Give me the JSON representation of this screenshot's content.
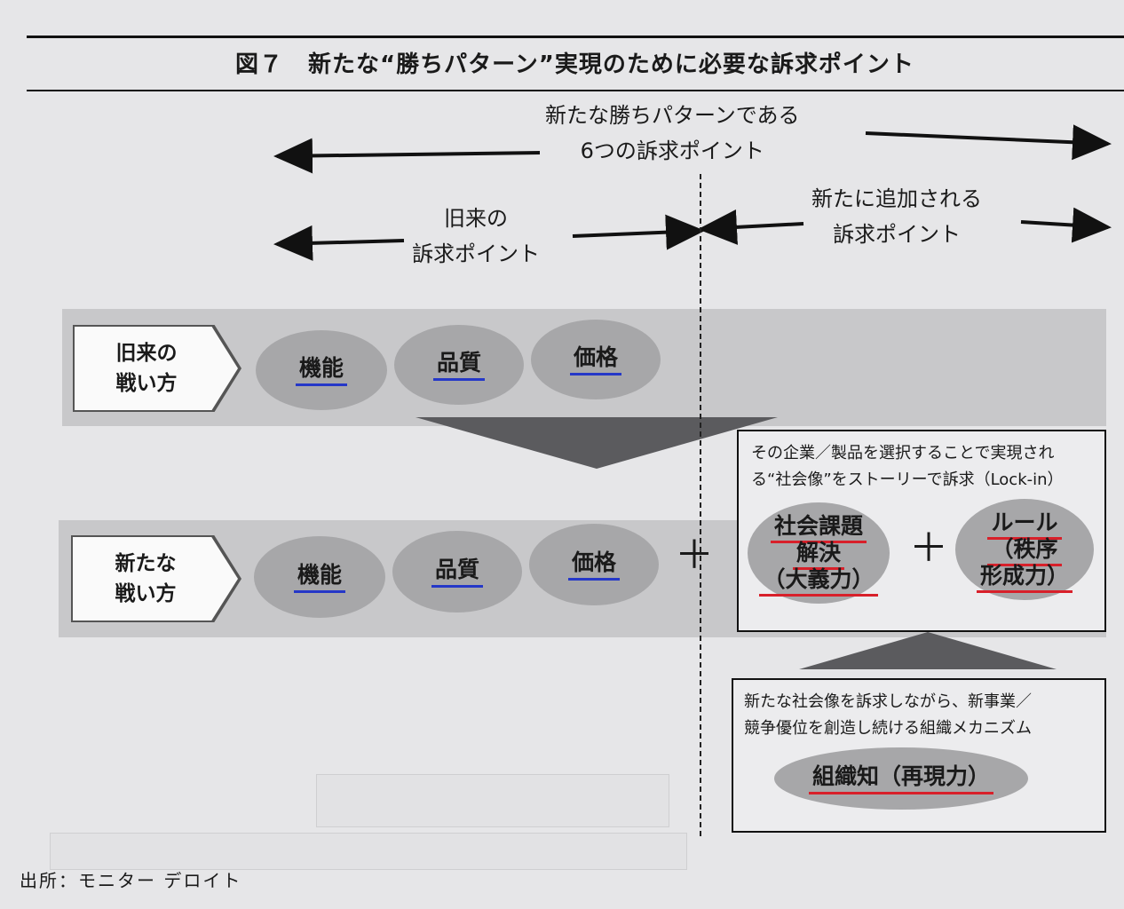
{
  "figure": {
    "number": "図７",
    "title": "新たな“勝ちパターン”実現のために必要な訴求ポイント"
  },
  "arrows": {
    "six_points": [
      "新たな勝ちパターンである",
      "6つの訴求ポイント"
    ],
    "old_points": [
      "旧来の",
      "訴求ポイント"
    ],
    "new_points": [
      "新たに追加される",
      "訴求ポイント"
    ]
  },
  "rows": {
    "old": {
      "label": [
        "旧来の",
        "戦い方"
      ],
      "items": [
        "機能",
        "品質",
        "価格"
      ]
    },
    "new": {
      "label": [
        "新たな",
        "戦い方"
      ],
      "items": [
        "機能",
        "品質",
        "価格"
      ],
      "plus": "＋"
    }
  },
  "lockin_box": {
    "text": [
      "その企業／製品を選択することで実現され",
      "る“社会像”をストーリーで訴求（Lock-in）"
    ],
    "social": [
      "社会課題",
      "解決",
      "（大義力）"
    ],
    "plus": "＋",
    "rule": [
      "ルール",
      "（秩序",
      "形成力）"
    ]
  },
  "org_box": {
    "text": [
      "新たな社会像を訴求しながら、新事業／",
      "競争優位を創造し続ける組織メカニズム"
    ],
    "ellipse": "組織知（再現力）"
  },
  "source": "出所：モニター デロイト",
  "colors": {
    "band": "#c8c8ca",
    "ellipse": "#a7a7a9",
    "blue_underline": "#2538c8",
    "red_underline": "#d8202a",
    "arrow_gray": "#5b5b5e"
  }
}
